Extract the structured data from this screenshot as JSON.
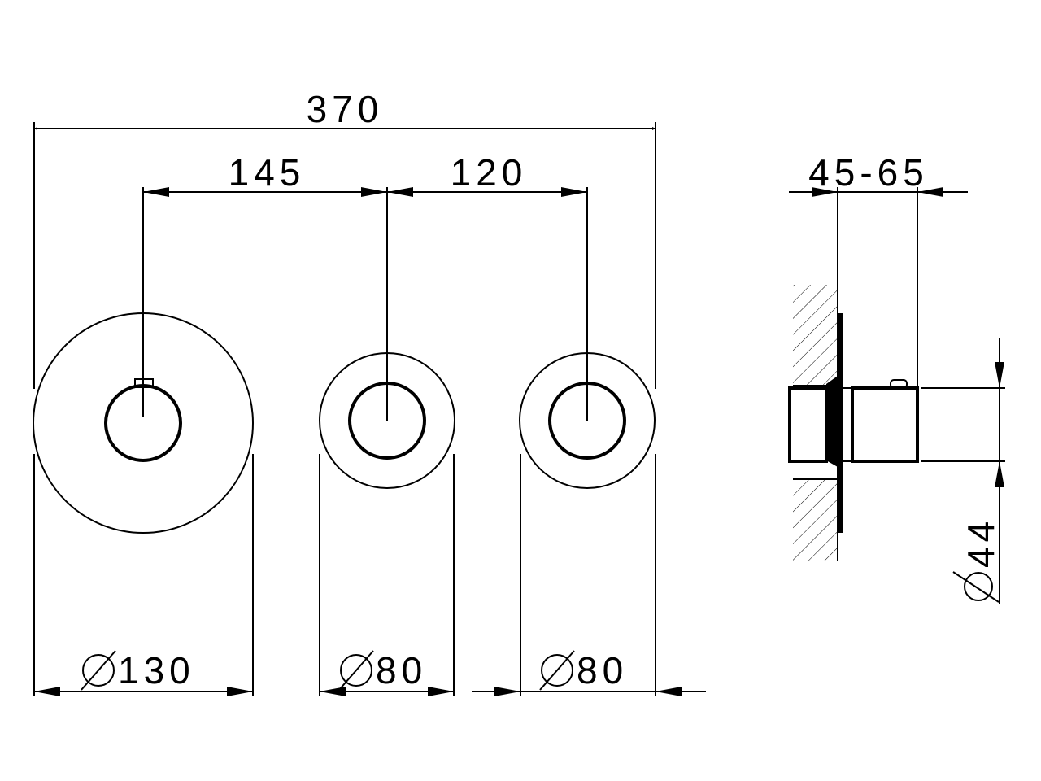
{
  "drawing": {
    "overall_width": "370",
    "spacing_left": "145",
    "spacing_right": "120",
    "depth_range": "45-65",
    "plate_large_diameter": "130",
    "plate_small_diameter_1": "80",
    "plate_small_diameter_2": "80",
    "knob_diameter": "44",
    "diameter_symbol": "diameter-icon",
    "line_color": "#000000",
    "background_color": "#ffffff"
  }
}
